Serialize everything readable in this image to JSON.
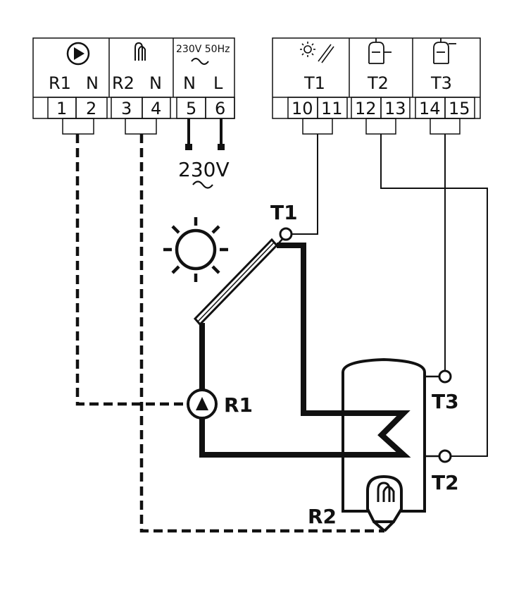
{
  "colors": {
    "line": "#111111",
    "background": "#ffffff"
  },
  "left_block": {
    "groups": [
      {
        "icon": "pump-icon",
        "labels": [
          "R1",
          "N"
        ],
        "terminals": [
          "1",
          "2"
        ]
      },
      {
        "icon": "heating-element-icon",
        "labels": [
          "R2",
          "N"
        ],
        "terminals": [
          "3",
          "4"
        ]
      },
      {
        "supply_label": "230V 50Hz",
        "labels": [
          "N",
          "L"
        ],
        "terminals": [
          "5",
          "6"
        ]
      }
    ]
  },
  "right_block": {
    "groups": [
      {
        "icon": "solar-collector-sensor-icon",
        "label": "T1",
        "terminals": [
          "10",
          "11"
        ]
      },
      {
        "icon": "tank-sensor-icon",
        "label": "T2",
        "terminals": [
          "12",
          "13"
        ]
      },
      {
        "icon": "tank-sensor-icon",
        "label": "T3",
        "terminals": [
          "14",
          "15"
        ]
      }
    ]
  },
  "supply": {
    "label": "230V"
  },
  "diagram": {
    "collector_sensor": "T1",
    "pump": "R1",
    "heater": "R2",
    "tank_upper_sensor": "T3",
    "tank_lower_sensor": "T2"
  }
}
